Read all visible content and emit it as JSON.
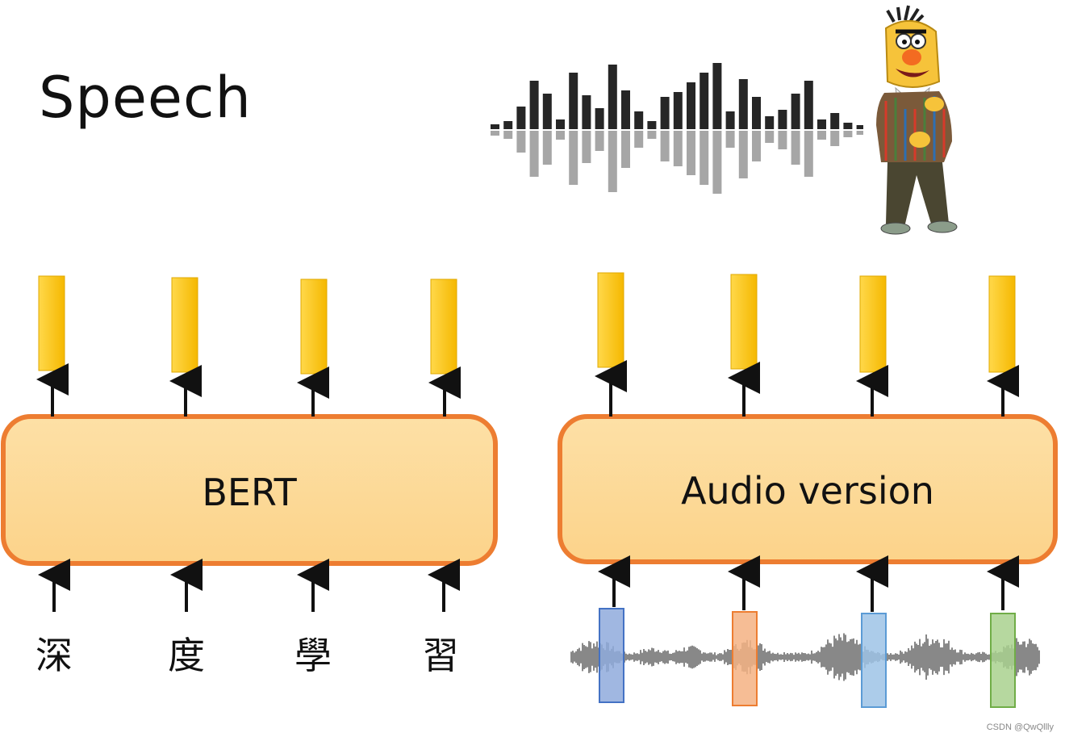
{
  "title": "Speech",
  "bert_box": {
    "label": "BERT"
  },
  "audio_box": {
    "label": "Audio version"
  },
  "input_tokens": [
    "深",
    "度",
    "學",
    "習"
  ],
  "watermark": "CSDN @QwQllly",
  "colors": {
    "box_fill": "#fdd99a",
    "box_stroke": "#ed7d31",
    "embedding_fill": "#ffc000",
    "segment_colors": [
      "#8faadc",
      "#f4b183",
      "#9dc3e6",
      "#a9d18e"
    ]
  },
  "icons": [
    "sound-waveform-icon",
    "bert-mascot-icon",
    "audio-signal-icon"
  ]
}
